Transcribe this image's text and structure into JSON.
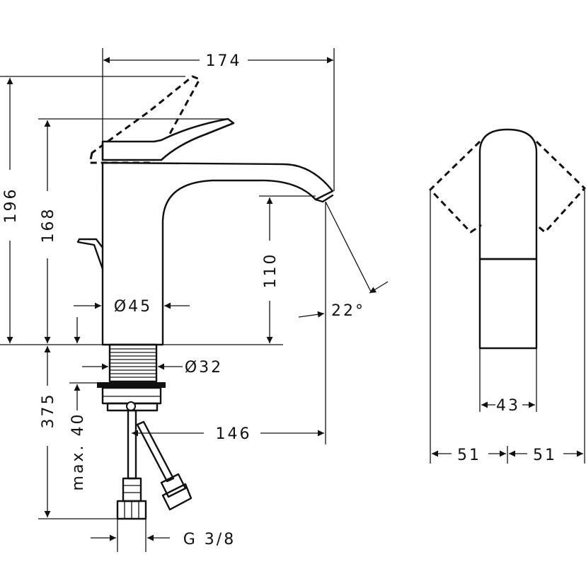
{
  "dimensions": {
    "overall_width": "174",
    "lever_height": "196",
    "body_height": "168",
    "spout_height": "110",
    "base_diameter": "Ø45",
    "thread_diameter": "Ø32",
    "spout_angle": "22°",
    "shank_length": "375",
    "max_counter": "max. 40",
    "projection": "146",
    "connection": "G 3/8",
    "side_width": "43",
    "swing_left": "51",
    "swing_right": "51"
  }
}
